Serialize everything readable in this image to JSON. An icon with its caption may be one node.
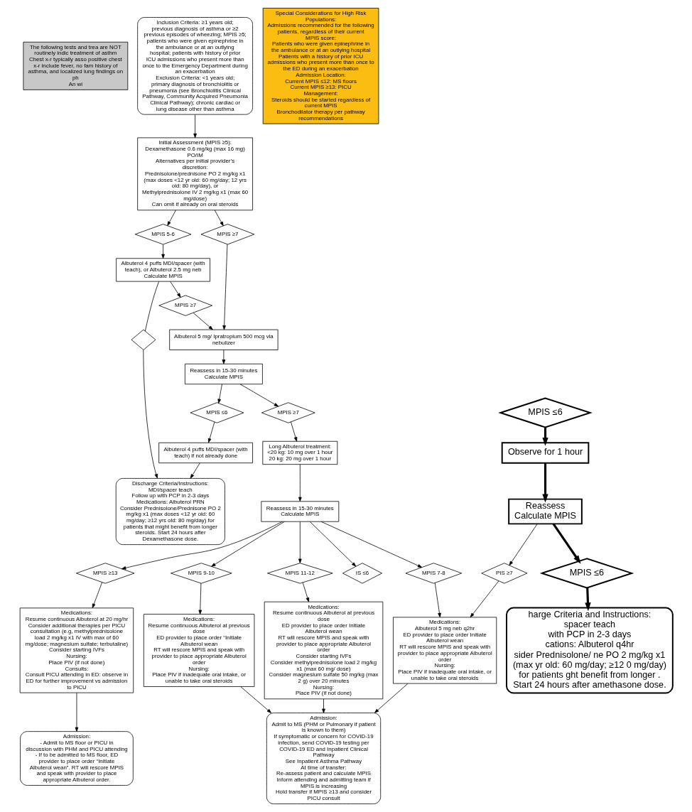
{
  "diagram": {
    "nodes": [
      {
        "text": [
          "The following tests and trea are NOT routinely indic treatment of asthm",
          "Chest x-r typically asso positive chest x-r include fever, no fam history of asthma, and localized lung findings on ph",
          "An wi"
        ]
      },
      {
        "text": [
          "Inclusion Criteria: ≥1 years old; previous diagnosis of asthma or ≥2 previous episodes of wheezing; MPIS ≥5; patients who were given epinephrine in the ambulance or at an outlying hospital; patients with history of prior ICU admissions who present more than once to the Emergency Department during an exacerbation",
          "Exclusion Criteria: <1 years old; primary diagnosis of bronchiolitis or pneumonia (see Bronchiolitis Clinical Pathway, Community Acquired Pneumonia Clinical Pathway); chronic cardiac or lung disease other than asthma"
        ]
      },
      {
        "text": [
          "Initial Assessment (MPIS ≥5):",
          "Dexamethasone 0.6 mg/kg (max 16 mg) PO/IM",
          "Alternatives per initial provider’s discretion:",
          "Prednisolone/prednisone PO 2 mg/kg x1 (max doses <12 yr old: 60 mg/day; 12 yrs old: 80 mg/day), or",
          "Methylprednisolone IV 2 mg/kg x1 (max 60 mg/dose)",
          "Can omit if already on oral steroids"
        ]
      },
      {
        "text": [
          "MPIS 5-6"
        ]
      },
      {
        "text": [
          "MPIS ≥7"
        ]
      },
      {
        "text": [
          "Albuterol 4 puffs MDI/spacer (with teach), or Albuterol 2.5 mg neb",
          "Calculate MPIS"
        ]
      },
      {
        "text": [
          "MPIS ≥7"
        ]
      },
      {
        "text": [
          "Albuterol 5 mg/ Ipratropium 500 mcg via nebulizer"
        ]
      },
      {
        "text": [],
        "shape": "diamond"
      },
      {
        "text": [
          "Reassess in 15-30 minutes",
          "Calculate MPIS"
        ]
      },
      {
        "text": [
          "Discharge Criteria/Instructions:",
          "MDI/spacer teach",
          "Follow up with PCP in 2-3 days",
          "Medications: Albuterol PRN",
          "Consider Prednisolone/Prednisone PO 2 mg/kg x1 (max doses <12 yr old: 60 mg/day; ≥12 yrs old: 80 mg/day) for patients that might benefit from longer steroids. Start 24 hours after Dexamethasone dose."
        ]
      },
      {
        "text": [
          "Albuterol 4 puffs MDI/spacer (with teach) if not already done"
        ]
      },
      {
        "text": [
          "MPIS ≤6"
        ]
      },
      {
        "text": [
          "MPIS ≥7"
        ]
      },
      {
        "text": [
          "Long Albuterol treatment:",
          "<20 kg: 10 mg over 1 hour",
          "20 kg: 20 mg over 1 hour"
        ]
      },
      {
        "text": [
          "Reassess in 15-30 minutes",
          "Calculate MPIS"
        ]
      },
      {
        "text": [
          "IS ≤6"
        ]
      },
      {
        "text": [
          "MPIS 7-8"
        ]
      },
      {
        "text": [
          "MPIS 9-10"
        ]
      },
      {
        "text": [
          "MPIS 11-12"
        ]
      },
      {
        "text": [
          "MPIS ≥13"
        ]
      },
      {
        "text": [
          "Medications:",
          "Albuterol 5 mg neb q2hr",
          "ED provider to place order Initiate Albuterol wean",
          "RT will rescore MPIS and speak with provider to place appropriate Albuterol order",
          "Nursing:",
          "Place PIV if inadequate oral intake, or unable to take oral steroids"
        ]
      },
      {
        "text": [
          "Medications:",
          "Resume continuous Albuterol at previous dose",
          "ED provider to place order “Initiate Albuterol wean",
          "RT will rescore MPIS and speak with provider to place appropriate Albuterol order",
          "Nursing:",
          "Place PIV if inadequate oral intake, or unable to take oral steroids"
        ]
      },
      {
        "text": [
          "Medications:",
          "Resume continuous Albuterol at previous dose",
          "ED provider to place order Initiate Albuterol wean",
          "RT will rescore MPIS and speak with provider to place appropriate Albuterol order",
          "Consider starting IVFs",
          "Consider methylprednisolone load 2 mg/kg x1 (max 60 mg/ dose)",
          "Consider magnesium sulfate 50 mg/kg (max 2 g) over 20 minutes",
          "Nursing:",
          "Place PIV (if not done)"
        ]
      },
      {
        "text": [
          "Medications:",
          "Resume continuous Albuterol at 20 mg/hr",
          "Consider additional therapies per PICU consultation (e.g, methylprednisolone load 2 mg/kg x1 IV with max of 60 mg/dose; magnesium sulfate; terbutaline)",
          "Consider starting IVFs",
          "Nursing:",
          "Place PIV (if not done)",
          "Consults:",
          "Consult PICU attending in ED: observe in ED for further improvement vs admission to PICU"
        ]
      },
      {
        "text": [
          "Admission:",
          "Admit to MS (PHM or Pulmonary if patient is known to them)",
          "If symptomatic or concern for COVID-19 infection, send COVID-19 testing per COVID-19 ED and Inpatient Clinical Pathway",
          "See Inpatient Asthma Pathway",
          "At time of transfer:",
          "Re-assess patient and calculate MPIS",
          "Inform attending and admitting team if MPIS is increasing",
          "Hold transfer if MPIS ≥13 and consider PICU consult"
        ]
      },
      {
        "text": [
          "Admission:",
          "- Admit to MS floor or PICU in discussion with PHM and PICU attending",
          "- If to be admitted to MS floor, ED provider to place order “Initiate Albuterol wean”. RT will rescore MPIS and speak with provider to place appropriate Albuterol order."
        ]
      },
      {
        "text": [
          "Special Considerations for High Risk Populations:",
          "Admissions recommended for the following patients, regardless of their current MPIS score:",
          "Patients who were given epinephrine in the ambulance or at an outlying hospital",
          "Patients with a history of prior ICU admissions who present more than once to the ED during an exacerbation",
          "Admission Location:",
          "Current MPIS ≤12: MS floors",
          "Current MPIS ≥13: PICU",
          "Management:",
          "Steroids should be started regardless of current MPIS",
          "Bronchodilator therapy per pathway recommendations"
        ]
      },
      {
        "text": [
          "MPIS ≤6"
        ]
      },
      {
        "text": [
          "Observe for 1 hour"
        ]
      },
      {
        "text": [
          "Reassess",
          "Calculate MPIS"
        ]
      },
      {
        "text": [
          "MPIS ≤6"
        ]
      },
      {
        "text": [
          "harge Criteria and Instructions:",
          "spacer teach",
          "with PCP in 2-3 days",
          "cations: Albuterol q4hr",
          "sider Prednisolone/ ne PO 2 mg/kg x1 (max yr old: 60 mg/day; ≥12 0 mg/day) for patients ght benefit from longer . Start 24 hours after amethasone dose."
        ]
      },
      {
        "text": [
          "PIS ≥7"
        ]
      }
    ],
    "edges": [
      {
        "from": 1,
        "to": 2,
        "arrow": "to"
      },
      {
        "from": 2,
        "to": 3,
        "arrow": "to"
      },
      {
        "from": 2,
        "to": 4,
        "arrow": "to"
      },
      {
        "from": 3,
        "to": 5,
        "arrow": "to"
      },
      {
        "from": 5,
        "to": 6,
        "arrow": "to"
      },
      {
        "from": 6,
        "to": 7,
        "arrow": "to"
      },
      {
        "from": 4,
        "to": 7,
        "arrow": "to"
      },
      {
        "from": 5,
        "to": 8,
        "arrow": "none"
      },
      {
        "from": 8,
        "to": 10,
        "arrow": "to"
      },
      {
        "from": 7,
        "to": 9,
        "arrow": "to"
      },
      {
        "from": 9,
        "to": 12,
        "arrow": "to"
      },
      {
        "from": 9,
        "to": 13,
        "arrow": "to"
      },
      {
        "from": 12,
        "to": 11,
        "arrow": "to"
      },
      {
        "from": 11,
        "to": 10,
        "arrow": "to"
      },
      {
        "from": 13,
        "to": 14,
        "arrow": "to"
      },
      {
        "from": 14,
        "to": 15,
        "arrow": "to"
      },
      {
        "from": 15,
        "to": 16,
        "arrow": "to"
      },
      {
        "from": 15,
        "to": 17,
        "arrow": "to"
      },
      {
        "from": 15,
        "to": 18,
        "arrow": "to"
      },
      {
        "from": 15,
        "to": 19,
        "arrow": "to"
      },
      {
        "from": 15,
        "to": 20,
        "arrow": "to"
      },
      {
        "from": 17,
        "to": 21,
        "arrow": "to"
      },
      {
        "from": 18,
        "to": 22,
        "arrow": "to"
      },
      {
        "from": 19,
        "to": 23,
        "arrow": "to"
      },
      {
        "from": 20,
        "to": 24,
        "arrow": "to"
      },
      {
        "from": 21,
        "to": 25,
        "arrow": "to"
      },
      {
        "from": 22,
        "to": 25,
        "arrow": "to"
      },
      {
        "from": 23,
        "to": 25,
        "arrow": "to"
      },
      {
        "from": 24,
        "to": 26,
        "arrow": "to"
      },
      {
        "from": 28,
        "to": 29,
        "arrow": "to",
        "style": "thick"
      },
      {
        "from": 29,
        "to": 30,
        "arrow": "to",
        "style": "thick"
      },
      {
        "from": 30,
        "to": 31,
        "arrow": "to",
        "style": "thick"
      },
      {
        "from": 31,
        "to": 32,
        "arrow": "to",
        "style": "thick"
      },
      {
        "from": 30,
        "to": 33,
        "arrow": "to"
      },
      {
        "from": 33,
        "to": 21,
        "arrow": "to"
      }
    ]
  }
}
